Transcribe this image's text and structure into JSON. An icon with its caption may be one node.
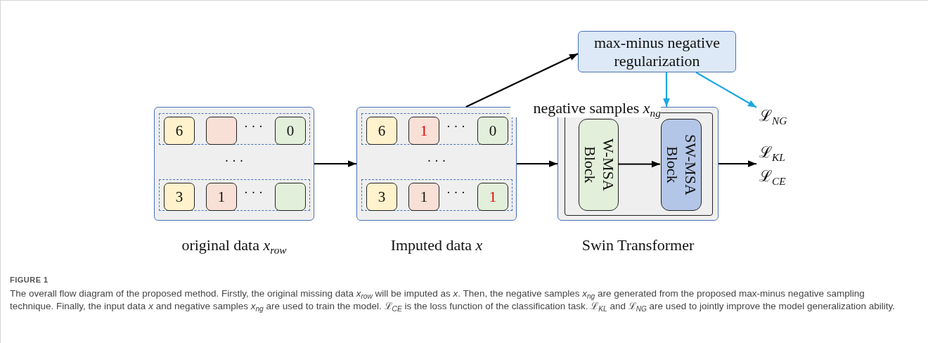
{
  "diagram": {
    "caption": "The overall flow diagram of the proposed method. Firstly, the original missing data *x*$_{row}$ will be imputed as *x*. Then, the negative samples *x*$_{ng}$ are generated from the proposed max-minus negative sampling technique. Finally, the input data *x* and negative samples *x*$_{ng}$ are used to train the model. ℒ$_{CE}$ is the loss function of the classification task. ℒ$_{KL}$ and ℒ$_{NG}$ are used to jointly improve the model generalization ability.",
    "nodes": [
      {
        "text": [
          "· · ·",
          "original data *x*$_{row}$"
        ]
      },
      {
        "text": [
          "· · ·"
        ],
        "in": 0
      },
      {
        "text": [
          "6"
        ],
        "in": 1
      },
      {
        "text": [],
        "shape": "box",
        "in": 1
      },
      {
        "text": [
          "0"
        ],
        "in": 1
      },
      {
        "text": [
          "· · ·"
        ],
        "in": 0
      },
      {
        "text": [
          "3"
        ],
        "in": 5
      },
      {
        "text": [
          "1"
        ],
        "in": 5
      },
      {
        "text": [],
        "shape": "box",
        "in": 5
      },
      {
        "text": [
          "· · ·",
          "Imputed data *x*"
        ]
      },
      {
        "text": [
          "· · ·"
        ],
        "in": 9
      },
      {
        "text": [
          "6"
        ],
        "in": 10
      },
      {
        "text": [
          "1"
        ],
        "in": 10
      },
      {
        "text": [
          "0"
        ],
        "in": 10
      },
      {
        "text": [
          "· · ·"
        ],
        "in": 9
      },
      {
        "text": [
          "3"
        ],
        "in": 14
      },
      {
        "text": [
          "1"
        ],
        "in": 14
      },
      {
        "text": [
          "1"
        ],
        "in": 14
      },
      {
        "text": [
          "max-minus negative regularization"
        ]
      },
      {
        "text": [
          "Swin Transformer"
        ]
      },
      {
        "text": [],
        "shape": "box",
        "in": 19
      },
      {
        "text": [
          "W-MSA Block"
        ],
        "in": 20
      },
      {
        "text": [
          "SW-MSA Block"
        ],
        "in": 20
      },
      {
        "text": [
          "ℒ$_{NG}$"
        ]
      },
      {
        "text": [
          "ℒ$_{KL}$",
          "ℒ$_{CE}$"
        ]
      }
    ],
    "edges": [
      {
        "from": 0,
        "to": 9,
        "arrow": "to"
      },
      {
        "from": 9,
        "to": 19,
        "arrow": "to"
      },
      {
        "from": 9,
        "to": 18,
        "arrow": "to"
      },
      {
        "from": 18,
        "to": 19,
        "arrow": "to",
        "label": "negative samples *x*$_{ng}$",
        "color": "#1aa7e0"
      },
      {
        "from": 18,
        "to": 23,
        "arrow": "to",
        "color": "#1aa7e0"
      },
      {
        "from": 21,
        "to": 22,
        "arrow": "to"
      },
      {
        "from": 19,
        "to": 24,
        "arrow": "to"
      }
    ],
    "labels": [
      "FIGURE 1"
    ]
  }
}
